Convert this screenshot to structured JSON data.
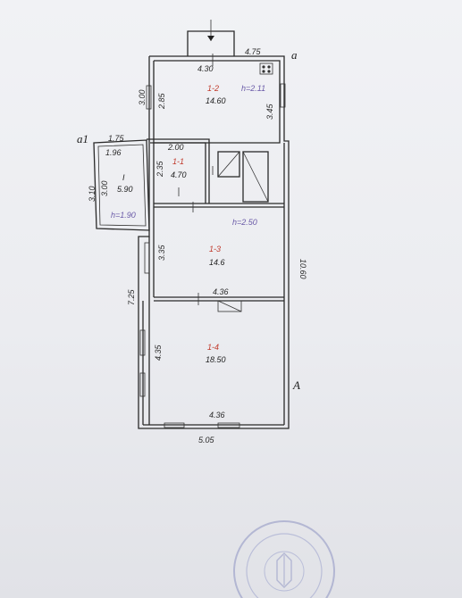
{
  "plan": {
    "letters": {
      "main": "а",
      "annex": "а1",
      "building": "А"
    },
    "dims": {
      "top_entry": "4.75",
      "top_inner": "4.30",
      "left_top": "3.00",
      "left_top_inner": "2.85",
      "right_top": "3.45",
      "annex_top": "1.75",
      "annex_inner": "1.96",
      "annex_outer_side": "3.10",
      "annex_inner_side": "3.00",
      "room11_top": "2.00",
      "room11_side": "2.35",
      "right_overall": "10.60",
      "room3_side": "3.35",
      "left_overall": "7.25",
      "room3_bottom": "4.36",
      "room4_side": "4.35",
      "room4_bottom": "4.36",
      "bottom_outer": "5.05"
    },
    "rooms": [
      {
        "id": "1-2",
        "area": "14.60",
        "height": "h=2.11"
      },
      {
        "id": "1-1",
        "area": "4.70"
      },
      {
        "id": "I",
        "area": "5.90",
        "height": "h=1.90"
      },
      {
        "id": "1-3",
        "area": "14.6",
        "height": "h=2.50"
      },
      {
        "id": "1-4",
        "area": "18.50"
      }
    ]
  }
}
